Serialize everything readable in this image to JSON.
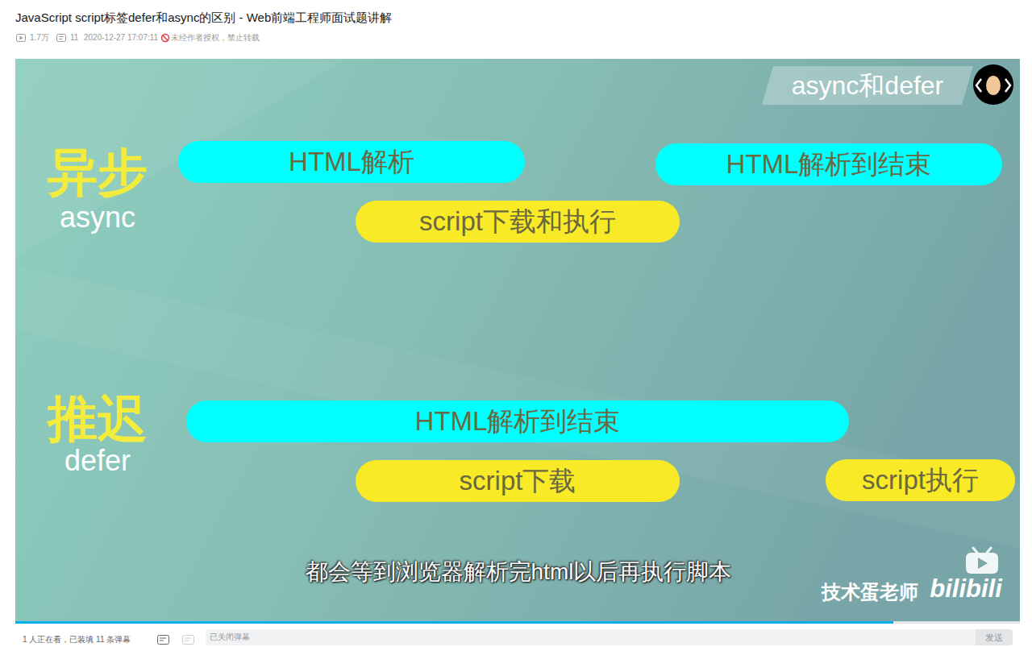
{
  "diagram": {
    "title": "JavaScript script标签defer和async的区别 - Web前端工程师面试题讲解",
    "nodes": [
      {
        "text": [
          "async和defer"
        ]
      },
      {
        "text": [
          "HTML解析"
        ]
      },
      {
        "text": [
          "HTML解析到结束"
        ]
      },
      {
        "text": [
          "script下载和执行"
        ]
      },
      {
        "text": [
          "HTML解析到结束"
        ]
      },
      {
        "text": [
          "script下载"
        ]
      },
      {
        "text": [
          "script执行"
        ]
      },
      {
        "text": [
          "已关闭弹幕"
        ]
      },
      {
        "text": [
          "发送"
        ]
      }
    ],
    "labels": [
      "1.7万",
      "11",
      "2020-12-27 17:07:11",
      "未经作者授权，禁止转载",
      "异步",
      "async",
      "推迟",
      "defer",
      "都会等到浏览器解析完html以后再执行脚本",
      "技术蛋老师",
      "bilibili",
      "1 人正在看，已装填 11 条弹幕"
    ]
  }
}
